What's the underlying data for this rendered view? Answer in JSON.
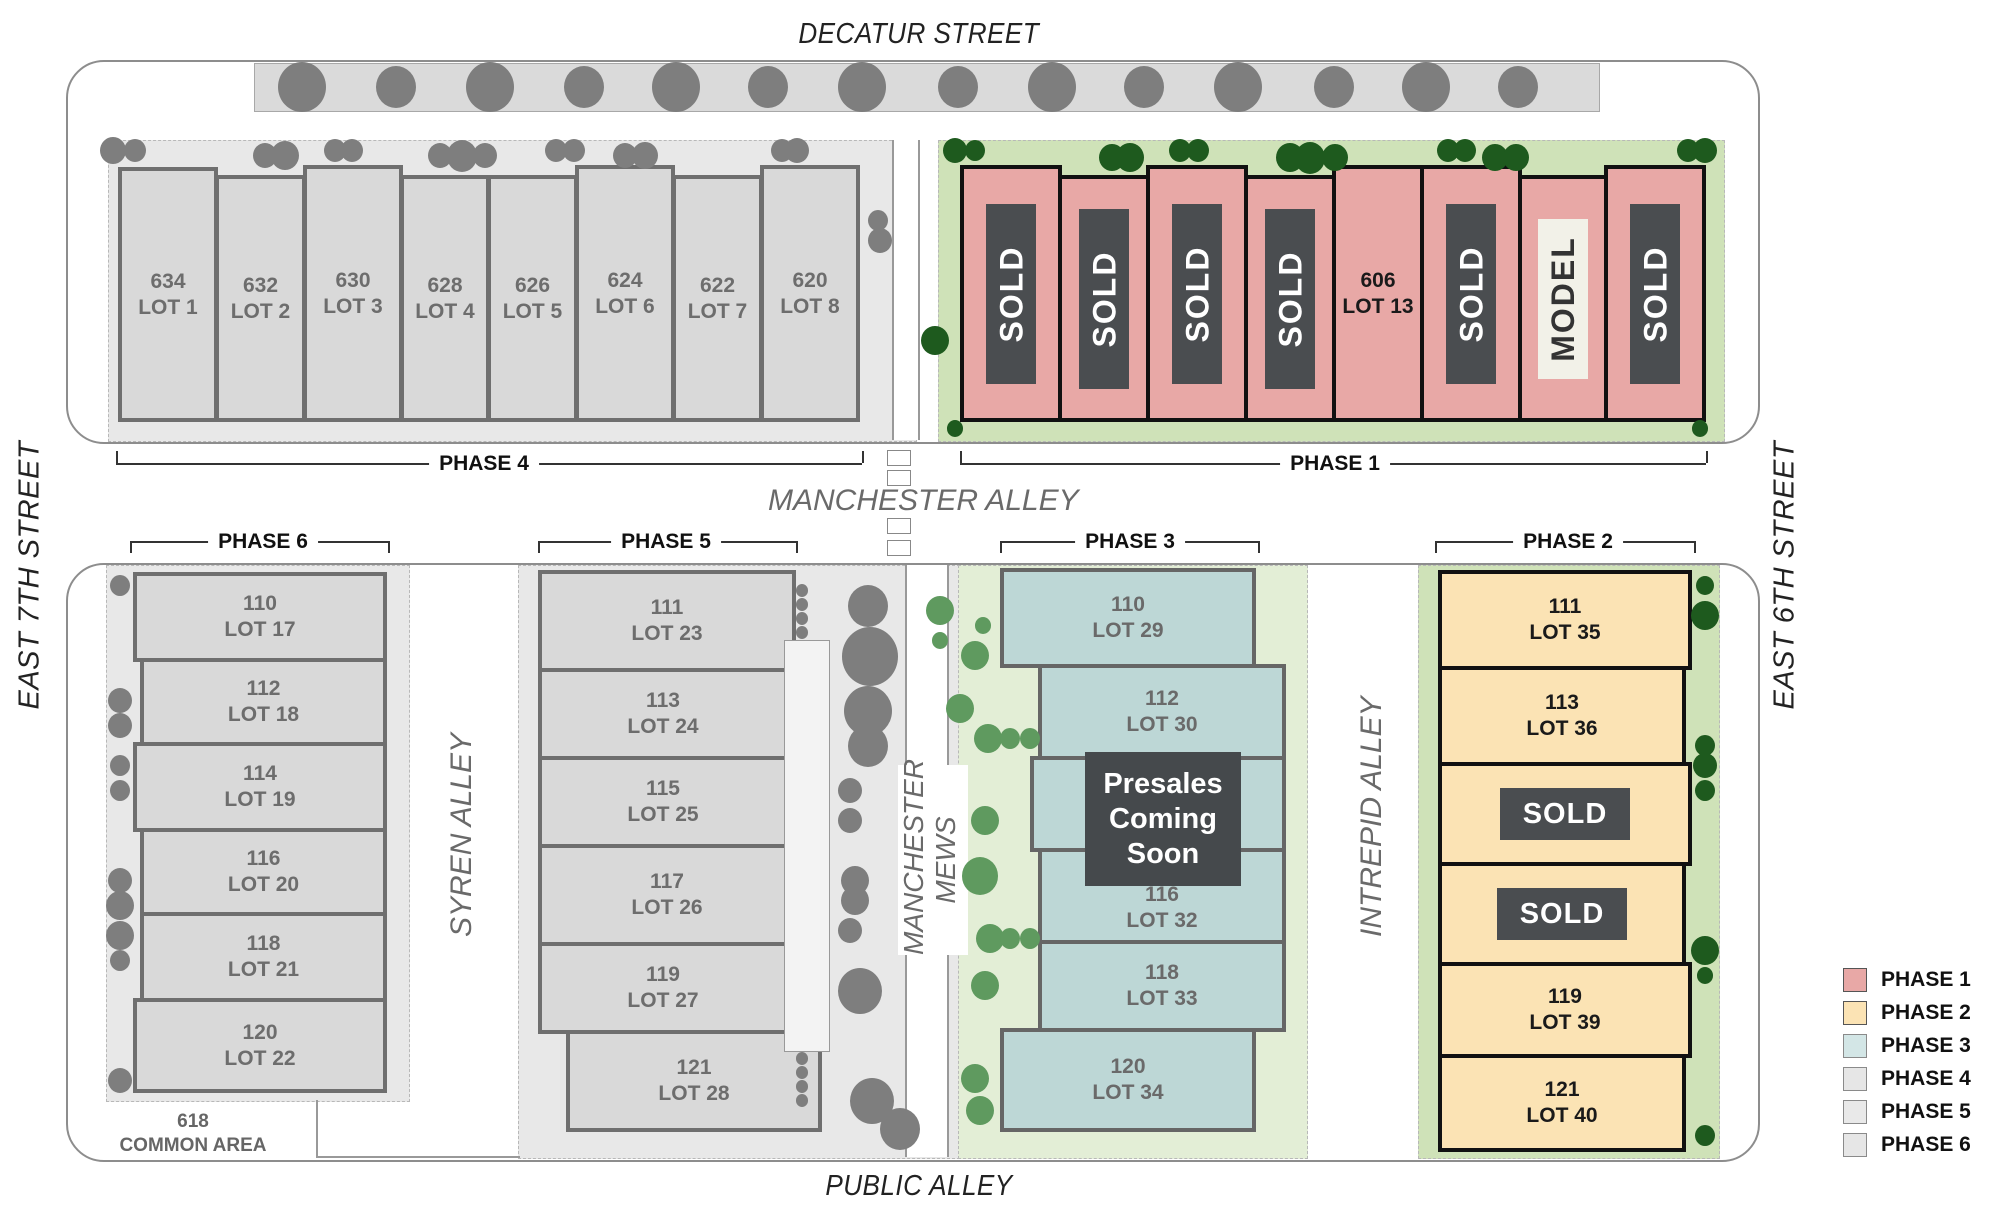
{
  "streets": {
    "north": "DECATUR STREET",
    "south": "PUBLIC ALLEY",
    "west": "EAST 7TH STREET",
    "east": "EAST 6TH STREET"
  },
  "alleys": {
    "manchester_alley": "MANCHESTER ALLEY",
    "syren_alley": "SYREN ALLEY",
    "intrepid_alley": "INTREPID ALLEY",
    "manchester_mews_line1": "MANCHESTER",
    "manchester_mews_line2": "MEWS"
  },
  "phase_labels": {
    "phase1": "PHASE 1",
    "phase2": "PHASE 2",
    "phase3": "PHASE 3",
    "phase4": "PHASE 4",
    "phase5": "PHASE 5",
    "phase6": "PHASE 6"
  },
  "phase4_lots": [
    {
      "address": "634",
      "lot": "LOT 1"
    },
    {
      "address": "632",
      "lot": "LOT 2"
    },
    {
      "address": "630",
      "lot": "LOT 3"
    },
    {
      "address": "628",
      "lot": "LOT 4"
    },
    {
      "address": "626",
      "lot": "LOT 5"
    },
    {
      "address": "624",
      "lot": "LOT 6"
    },
    {
      "address": "622",
      "lot": "LOT 7"
    },
    {
      "address": "620",
      "lot": "LOT 8"
    }
  ],
  "phase1_lots": [
    {
      "status": "SOLD"
    },
    {
      "status": "SOLD"
    },
    {
      "status": "SOLD"
    },
    {
      "status": "SOLD"
    },
    {
      "address": "606",
      "lot": "LOT 13"
    },
    {
      "status": "SOLD"
    },
    {
      "status": "MODEL"
    },
    {
      "status": "SOLD"
    }
  ],
  "phase6_lots": [
    {
      "address": "110",
      "lot": "LOT 17"
    },
    {
      "address": "112",
      "lot": "LOT 18"
    },
    {
      "address": "114",
      "lot": "LOT 19"
    },
    {
      "address": "116",
      "lot": "LOT 20"
    },
    {
      "address": "118",
      "lot": "LOT 21"
    },
    {
      "address": "120",
      "lot": "LOT 22"
    }
  ],
  "phase5_lots": [
    {
      "address": "111",
      "lot": "LOT 23"
    },
    {
      "address": "113",
      "lot": "LOT 24"
    },
    {
      "address": "115",
      "lot": "LOT 25"
    },
    {
      "address": "117",
      "lot": "LOT 26"
    },
    {
      "address": "119",
      "lot": "LOT 27"
    },
    {
      "address": "121",
      "lot": "LOT 28"
    }
  ],
  "phase3_lots": [
    {
      "address": "110",
      "lot": "LOT 29"
    },
    {
      "address": "112",
      "lot": "LOT 30"
    },
    {
      "address": "",
      "lot": ""
    },
    {
      "address": "116",
      "lot": "LOT 32"
    },
    {
      "address": "118",
      "lot": "LOT 33"
    },
    {
      "address": "120",
      "lot": "LOT 34"
    }
  ],
  "phase3_notice": {
    "line1": "Presales",
    "line2": "Coming",
    "line3": "Soon"
  },
  "phase2_lots": [
    {
      "address": "111",
      "lot": "LOT 35"
    },
    {
      "address": "113",
      "lot": "LOT 36"
    },
    {
      "status": "SOLD"
    },
    {
      "status": "SOLD"
    },
    {
      "address": "119",
      "lot": "LOT 39"
    },
    {
      "address": "121",
      "lot": "LOT 40"
    }
  ],
  "common_area": {
    "address": "618",
    "label": "COMMON AREA"
  },
  "legend": [
    {
      "label": "PHASE 1",
      "color": "#e8a8a6"
    },
    {
      "label": "PHASE 2",
      "color": "#fbe3b4"
    },
    {
      "label": "PHASE 3",
      "color": "#d3e6e6"
    },
    {
      "label": "PHASE 4",
      "color": "#e6e6e6"
    },
    {
      "label": "PHASE 5",
      "color": "#e9e9e9"
    },
    {
      "label": "PHASE 6",
      "color": "#e6e6e6"
    }
  ]
}
